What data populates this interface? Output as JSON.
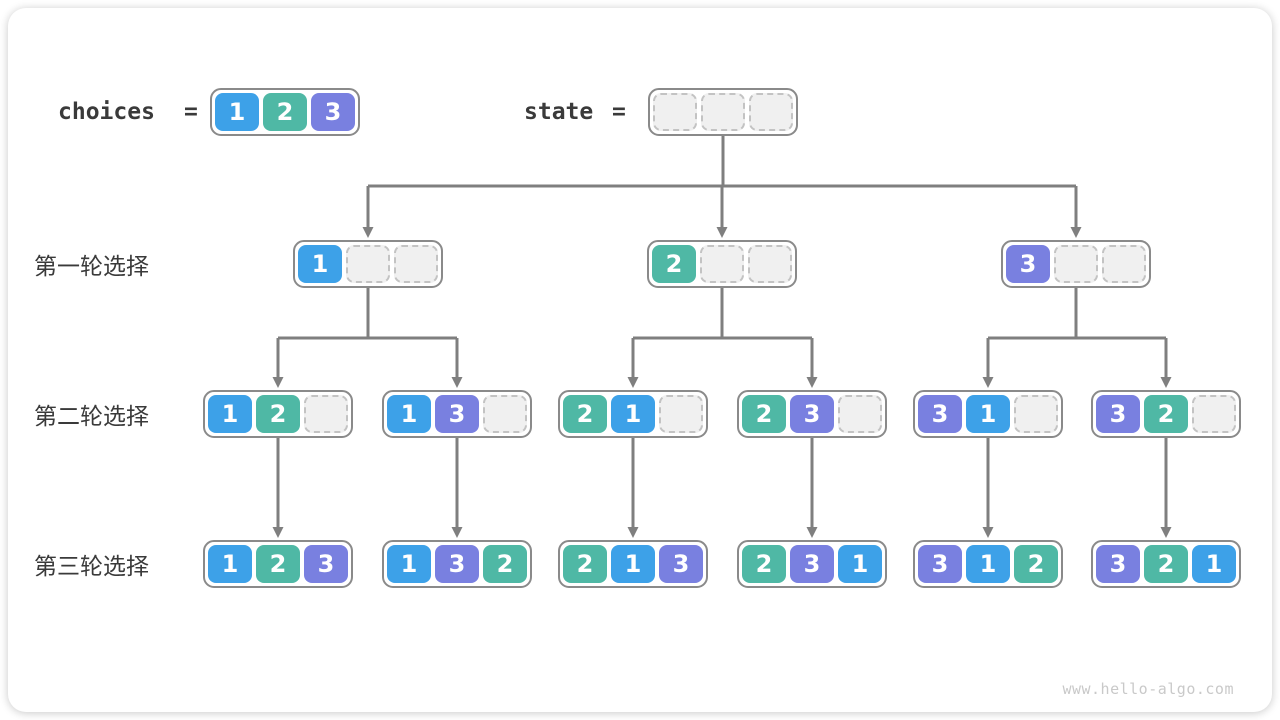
{
  "colors": {
    "cell": {
      "1": "#3DA1E8",
      "2": "#4FB8A5",
      "3": "#7980E0"
    },
    "arrow": "#7F7F7F",
    "node_border": "#8A8A8A",
    "empty_fill": "#F0F0F0",
    "empty_border": "#C3C3C3"
  },
  "header": {
    "choices": {
      "label": "choices",
      "equals": "=",
      "values": [
        "1",
        "2",
        "3"
      ]
    },
    "state": {
      "label": "state",
      "equals": "=",
      "values": [
        "",
        "",
        ""
      ]
    }
  },
  "rounds": [
    {
      "label": "第一轮选择",
      "nodes": [
        [
          "1",
          "",
          ""
        ],
        [
          "2",
          "",
          ""
        ],
        [
          "3",
          "",
          ""
        ]
      ]
    },
    {
      "label": "第二轮选择",
      "nodes": [
        [
          "1",
          "2",
          ""
        ],
        [
          "1",
          "3",
          ""
        ],
        [
          "2",
          "1",
          ""
        ],
        [
          "2",
          "3",
          ""
        ],
        [
          "3",
          "1",
          ""
        ],
        [
          "3",
          "2",
          ""
        ]
      ]
    },
    {
      "label": "第三轮选择",
      "nodes": [
        [
          "1",
          "2",
          "3"
        ],
        [
          "1",
          "3",
          "2"
        ],
        [
          "2",
          "1",
          "3"
        ],
        [
          "2",
          "3",
          "1"
        ],
        [
          "3",
          "1",
          "2"
        ],
        [
          "3",
          "2",
          "1"
        ]
      ]
    }
  ],
  "watermark": "www.hello-algo.com"
}
